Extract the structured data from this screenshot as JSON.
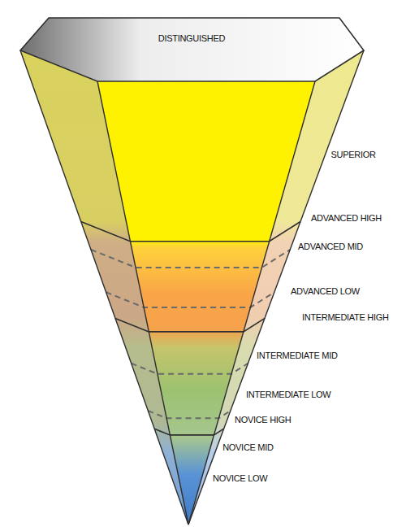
{
  "diagram": {
    "nodes": [
      {
        "text": [
          "DISTINGUISHED"
        ]
      }
    ],
    "labels": [
      "SUPERIOR",
      "ADVANCED HIGH",
      "ADVANCED MID",
      "ADVANCED LOW",
      "INTERMEDIATE HIGH",
      "INTERMEDIATE MID",
      "INTERMEDIATE LOW",
      "NOVICE HIGH",
      "NOVICE MID",
      "NOVICE LOW"
    ]
  }
}
